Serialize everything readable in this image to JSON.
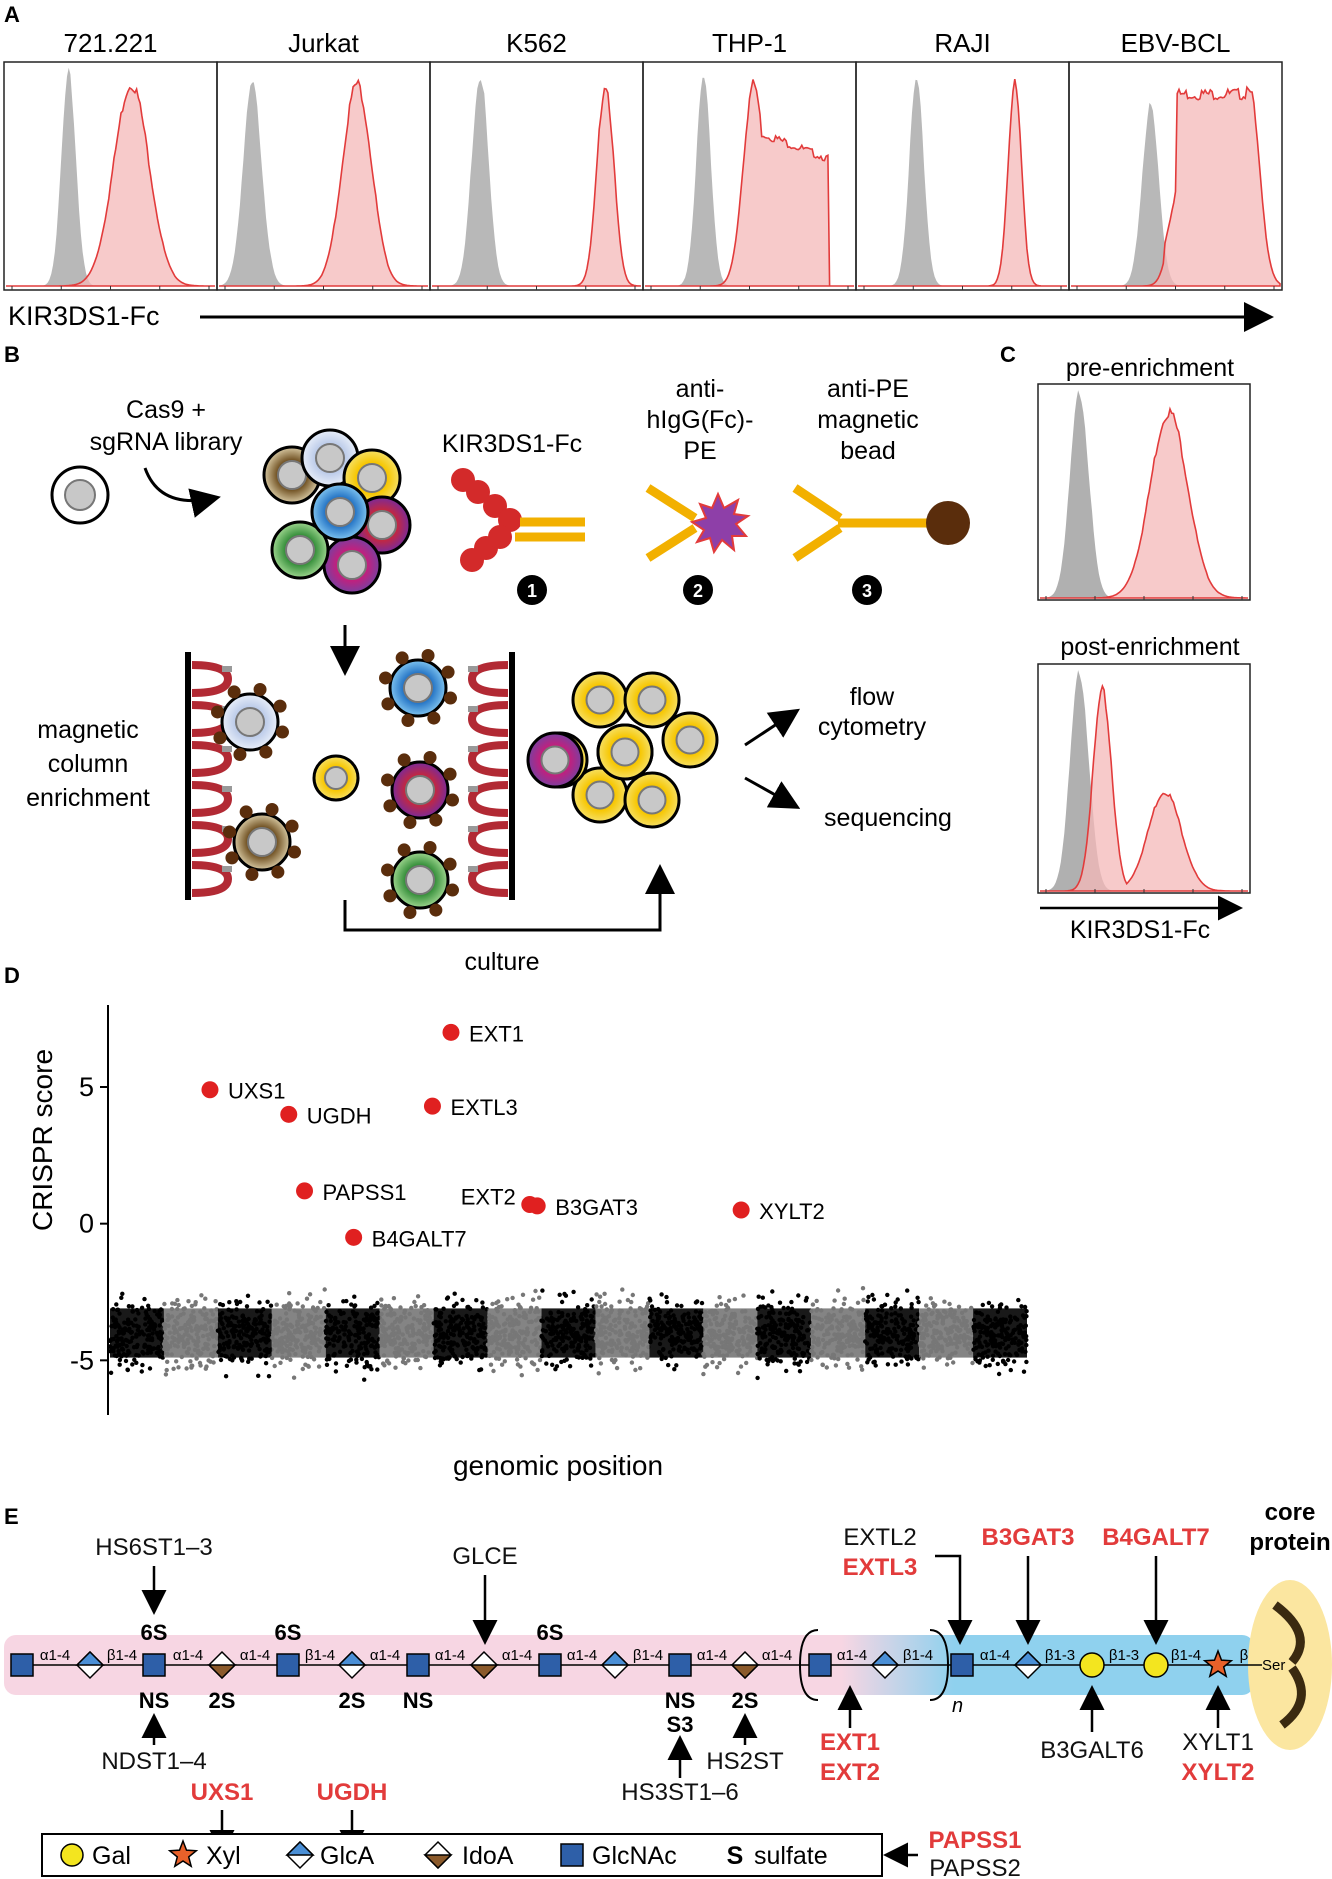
{
  "panel_labels": {
    "a": "A",
    "b": "B",
    "c": "C",
    "d": "D",
    "e": "E"
  },
  "panel_a": {
    "cells": [
      "721.221",
      "Jurkat",
      "K562",
      "THP-1",
      "RAJI",
      "EBV-BCL"
    ],
    "axis_label": "KIR3DS1-Fc"
  },
  "panel_b": {
    "cas9_label_1": "Cas9 +",
    "cas9_label_2": "sgRNA library",
    "reagent1_label": "KIR3DS1-Fc",
    "reagent2_label_1": "anti-",
    "reagent2_label_2": "hIgG(Fc)-",
    "reagent2_label_3": "PE",
    "reagent3_label_1": "anti-PE",
    "reagent3_label_2": "magnetic",
    "reagent3_label_3": "bead",
    "step1": "1",
    "step2": "2",
    "step3": "3",
    "magnetic_1": "magnetic",
    "magnetic_2": "column",
    "magnetic_3": "enrichment",
    "flow_1": "flow",
    "flow_2": "cytometry",
    "sequencing": "sequencing",
    "culture": "culture"
  },
  "panel_c": {
    "pre": "pre-enrichment",
    "post": "post-enrichment",
    "axis_label": "KIR3DS1-Fc"
  },
  "chart_data": {
    "type": "scatter",
    "title": "",
    "xlabel": "genomic position",
    "ylabel": "CRISPR score",
    "ylim": [
      -7,
      8
    ],
    "yticks": [
      "5",
      "0",
      "-5"
    ],
    "highlighted_points": [
      {
        "gene": "EXT1",
        "x": 0.37,
        "y": 7.0
      },
      {
        "gene": "UXS1",
        "x": 0.11,
        "y": 4.9
      },
      {
        "gene": "EXTL3",
        "x": 0.35,
        "y": 4.3
      },
      {
        "gene": "UGDH",
        "x": 0.195,
        "y": 4.0
      },
      {
        "gene": "PAPSS1",
        "x": 0.212,
        "y": 1.2
      },
      {
        "gene": "EXT2",
        "x": 0.455,
        "y": 0.7
      },
      {
        "gene": "B3GAT3",
        "x": 0.463,
        "y": 0.65
      },
      {
        "gene": "XYLT2",
        "x": 0.683,
        "y": 0.5
      },
      {
        "gene": "B4GALT7",
        "x": 0.265,
        "y": -0.5
      }
    ],
    "background_band": [
      -5,
      -3
    ]
  },
  "panel_e": {
    "enzymes": {
      "hs6st": "HS6ST1–3",
      "glce": "GLCE",
      "extl2": "EXTL2",
      "extl3": "EXTL3",
      "b3gat3": "B3GAT3",
      "b4galt7": "B4GALT7",
      "core_1": "core",
      "core_2": "protein",
      "ndst": "NDST1–4",
      "uxs1": "UXS1",
      "ugdh": "UGDH",
      "hs3st": "HS3ST1–6",
      "hs2st": "HS2ST",
      "ext1": "EXT1",
      "ext2": "EXT2",
      "b3galt6": "B3GALT6",
      "xylt1": "XYLT1",
      "xylt2": "XYLT2",
      "papss1": "PAPSS1",
      "papss2": "PAPSS2"
    },
    "mods": {
      "s6": "6S",
      "ns": "NS",
      "s2": "2S",
      "s3": "S3",
      "n": "n",
      "ser": "Ser"
    },
    "bonds": {
      "a14": "α1-4",
      "b14": "β1-4",
      "b13": "β1-3",
      "b": "β"
    },
    "legend": {
      "gal": "Gal",
      "xyl": "Xyl",
      "glca": "GlcA",
      "idoa": "IdoA",
      "glcnac": "GlcNAc",
      "s": "S",
      "sulfate": "sulfate"
    },
    "colors": {
      "glcnac": "#2e5fa8",
      "gal": "#f3e51f",
      "xyl": "#e8612a",
      "glca": "#4a8fd6",
      "idoa": "#8b5a2b",
      "highlight": "#e23b3b",
      "pink_band": "#f7d6e3",
      "blue_band": "#8fd1ee",
      "core": "#fbe6a0"
    }
  }
}
